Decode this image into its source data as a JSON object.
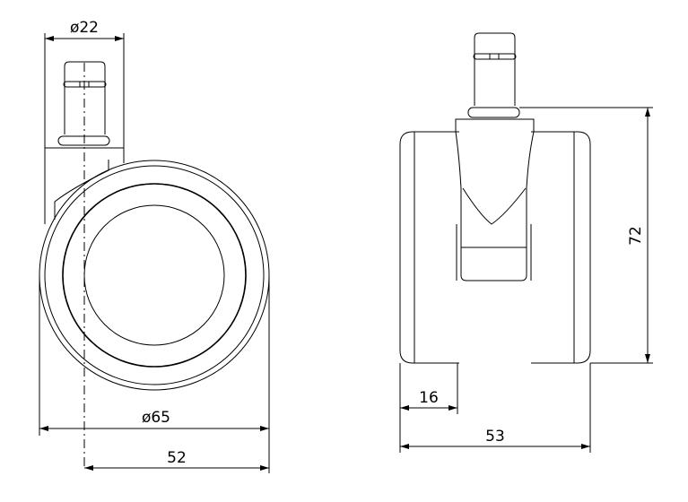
{
  "drawing": {
    "side_view": {
      "dimensions": {
        "stem_diameter": "ø22",
        "wheel_diameter": "ø65",
        "offset_width": "52"
      }
    },
    "front_view": {
      "dimensions": {
        "height": "72",
        "wheel_width": "16",
        "overall_width": "53"
      }
    }
  }
}
